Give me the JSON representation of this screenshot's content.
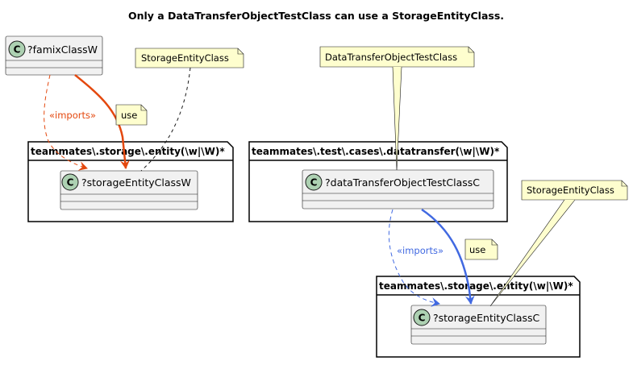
{
  "diagram": {
    "title": "Only a DataTransferObjectTestClass can use a StorageEntityClass.",
    "colors": {
      "left_arrow": "#e4480e",
      "right_arrow": "#4169e1",
      "note_fill": "#fefece",
      "class_fill": "#f1f1f1",
      "circle_fill": "#add1b2"
    },
    "classes": {
      "famix": "?famixClassW",
      "storage_left": "?storageEntityClassW",
      "dto_test": "?dataTransferObjectTestClassC",
      "storage_right": "?storageEntityClassC",
      "glyph": "C"
    },
    "packages": {
      "left": "teammates\\.storage\\.entity(\\w|\\W)*",
      "middle": "teammates\\.test\\.cases\\.datatransfer(\\w|\\W)*",
      "right": "teammates\\.storage\\.entity(\\w|\\W)*"
    },
    "notes": {
      "left_storage": "StorageEntityClass",
      "left_use": "use",
      "dto": "DataTransferObjectTestClass",
      "right_storage": "StorageEntityClass",
      "right_use": "use"
    },
    "edges": {
      "left_imports": "«imports»",
      "right_imports": "«imports»"
    }
  }
}
